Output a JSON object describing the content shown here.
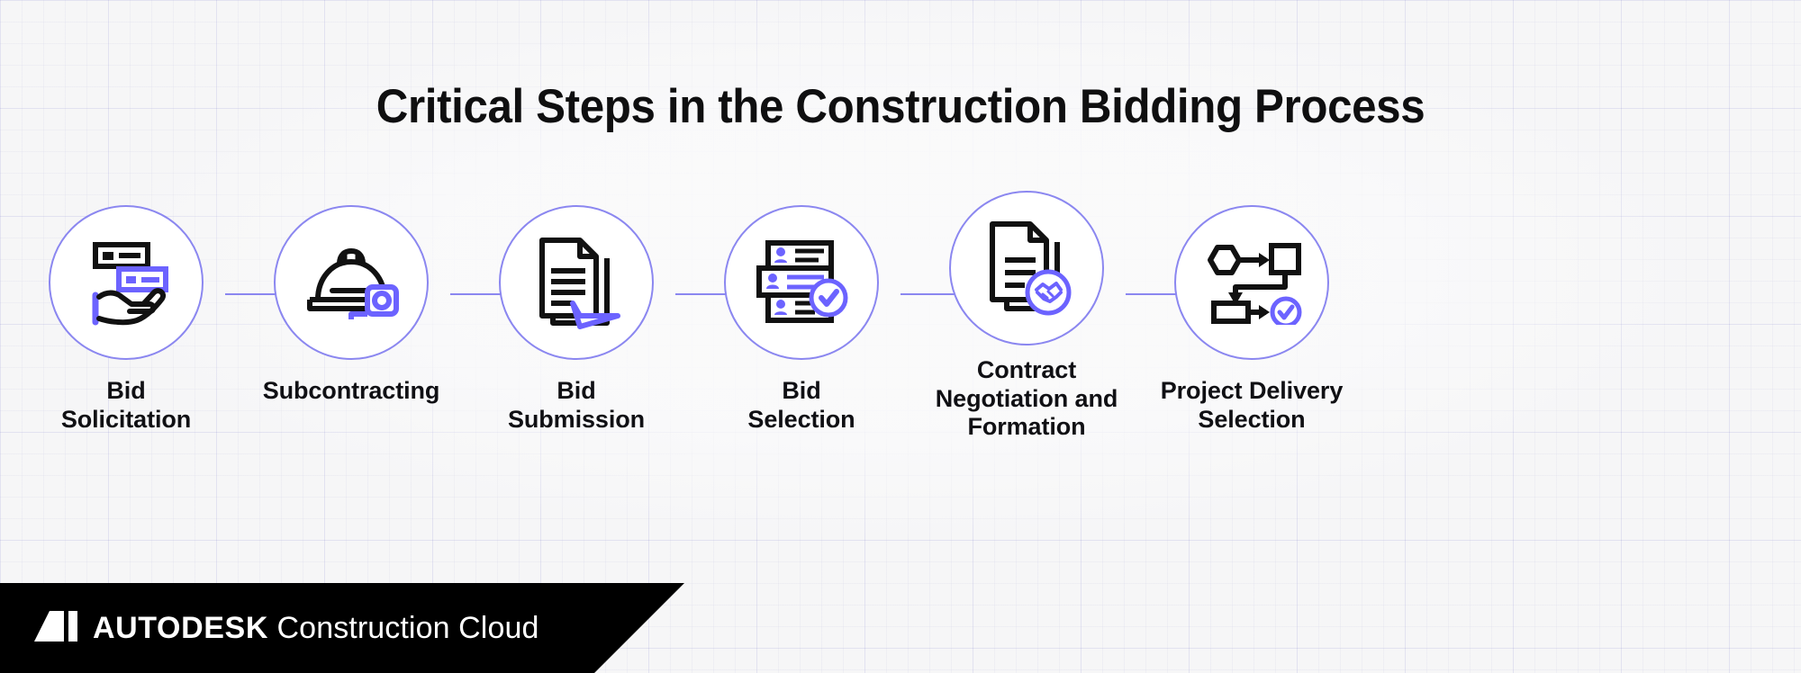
{
  "page": {
    "title": "Critical Steps in the Construction Bidding Process",
    "background_color": "#f6f6f7",
    "accent_color": "#6c63ff",
    "circle_border_color": "#8b87f0",
    "connector_color": "#8b87f0",
    "ink_color": "#101014"
  },
  "steps": [
    {
      "index": "1",
      "label": "Bid\nSolicitation",
      "icon": "hand-holding-bid-cards-icon"
    },
    {
      "index": "2",
      "label": "Subcontracting",
      "icon": "hard-hat-tape-measure-icon"
    },
    {
      "index": "3",
      "label": "Bid\nSubmission",
      "icon": "documents-send-arrow-icon"
    },
    {
      "index": "4",
      "label": "Bid\nSelection",
      "icon": "bidder-cards-checkmark-icon"
    },
    {
      "index": "5",
      "label": "Contract\nNegotiation and\nFormation",
      "icon": "contract-handshake-icon"
    },
    {
      "index": "6",
      "label": "Project Delivery\nSelection",
      "icon": "flowchart-checkmark-icon"
    }
  ],
  "banner": {
    "logo_icon": "autodesk-logo-mark",
    "brand_bold": "AUTODESK",
    "brand_light": "Construction Cloud",
    "background_color": "#000000",
    "text_color": "#ffffff"
  }
}
